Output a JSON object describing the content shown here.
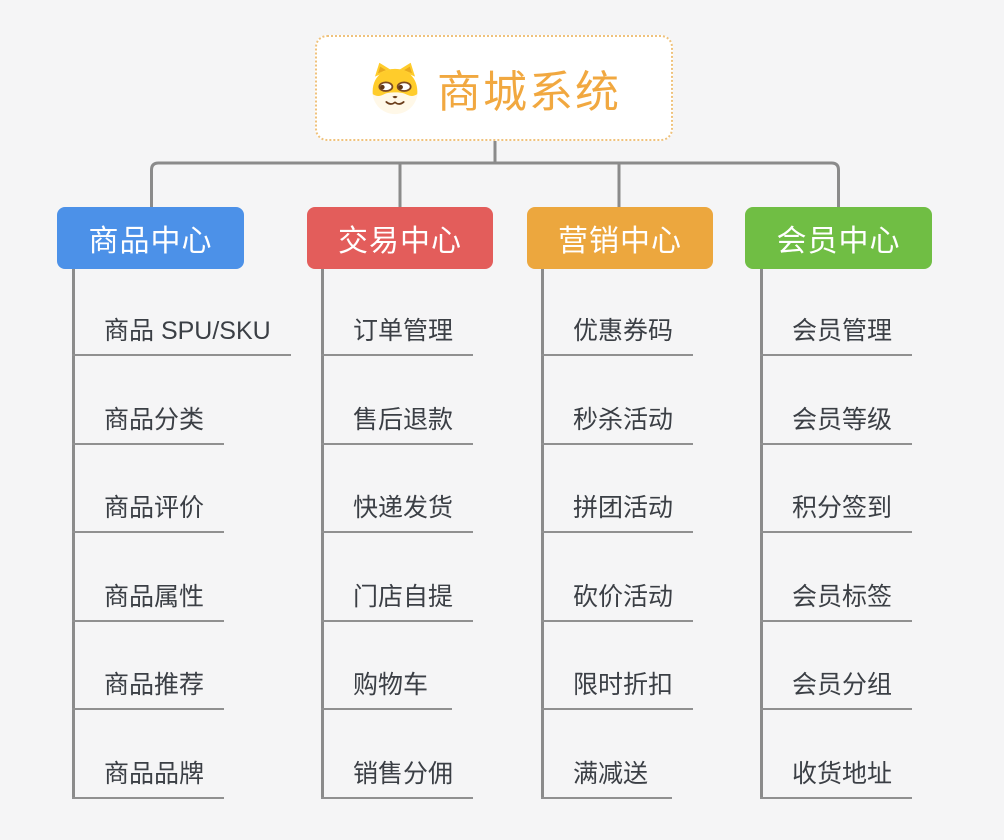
{
  "root": {
    "label": "商城系统",
    "icon": "dog-face-icon",
    "text_color": "#F1A840",
    "border_color": "#EFC27C",
    "background": "#FFFFFF"
  },
  "branches": [
    {
      "label": "商品中心",
      "color": "#4C91E8",
      "children": [
        "商品 SPU/SKU",
        "商品分类",
        "商品评价",
        "商品属性",
        "商品推荐",
        "商品品牌"
      ]
    },
    {
      "label": "交易中心",
      "color": "#E35D5B",
      "children": [
        "订单管理",
        "售后退款",
        "快递发货",
        "门店自提",
        "购物车",
        "销售分佣"
      ]
    },
    {
      "label": "营销中心",
      "color": "#ECA73E",
      "children": [
        "优惠券码",
        "秒杀活动",
        "拼团活动",
        "砍价活动",
        "限时折扣",
        "满减送"
      ]
    },
    {
      "label": "会员中心",
      "color": "#70BE44",
      "children": [
        "会员管理",
        "会员等级",
        "积分签到",
        "会员标签",
        "会员分组",
        "收货地址"
      ]
    }
  ],
  "canvas": {
    "background": "#F5F5F6",
    "connector_color": "#8B8B8B",
    "leaf_underline_color": "#909090",
    "leaf_text_color": "#3B3F45"
  }
}
